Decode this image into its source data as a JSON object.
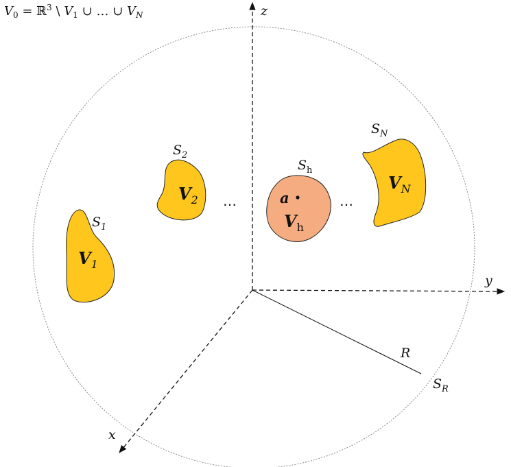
{
  "formula": {
    "v": "V",
    "sub0": "0",
    "eq": " = ℝ",
    "sup3": "3",
    "setminus": " \\ ",
    "v1": "V",
    "sub1": "1",
    "cup1": " ∪ … ∪ ",
    "vn": "V",
    "subN": "N"
  },
  "axes": {
    "z": "z",
    "y": "y",
    "x": "x"
  },
  "sphere": {
    "radius_label": "R",
    "surface_label": "S",
    "surface_sub": "R"
  },
  "bodies": [
    {
      "id": "v1",
      "surface": "S",
      "surface_sub": "1",
      "name": "V",
      "name_sub": "1",
      "color": "#ffc61e"
    },
    {
      "id": "v2",
      "surface": "S",
      "surface_sub": "2",
      "name": "V",
      "name_sub": "2",
      "color": "#ffc61e"
    },
    {
      "id": "vh",
      "surface": "S",
      "surface_sub": "h",
      "name": "V",
      "name_sub": "h",
      "point": "a",
      "color": "#f4ac80"
    },
    {
      "id": "vn",
      "surface": "S",
      "surface_sub": "N",
      "name": "V",
      "name_sub": "N",
      "color": "#ffc61e"
    }
  ],
  "ellipsis": "…"
}
